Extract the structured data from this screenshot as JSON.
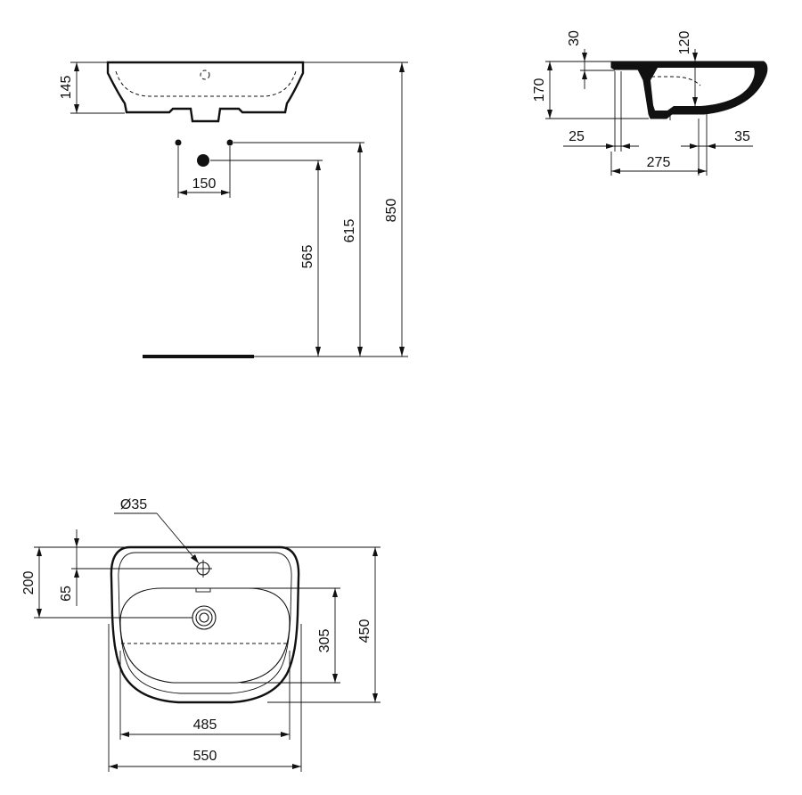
{
  "front_view": {
    "height_145": "145",
    "height_850": "850",
    "height_615": "615",
    "height_565": "565",
    "spacing_150": "150"
  },
  "side_view": {
    "dim_30": "30",
    "dim_120": "120",
    "dim_170": "170",
    "dim_25": "25",
    "dim_35": "35",
    "dim_275": "275"
  },
  "top_view": {
    "tap_hole": "Ø35",
    "dim_200": "200",
    "dim_65": "65",
    "dim_305": "305",
    "dim_450": "450",
    "dim_485": "485",
    "dim_550": "550"
  }
}
